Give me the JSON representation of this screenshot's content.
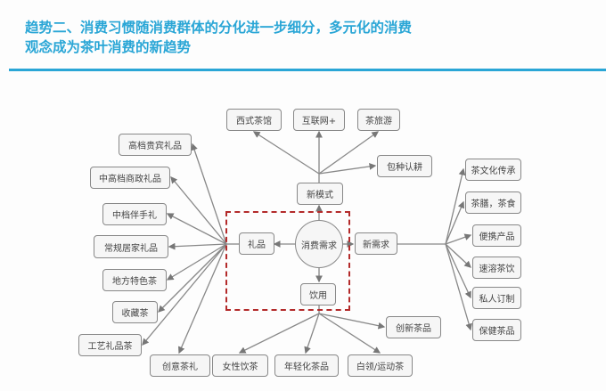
{
  "title": {
    "line1": "趋势二、消费习惯随消费群体的分化进一步细分，多元化的消费",
    "line2": "观念成为茶叶消费的新趋势"
  },
  "center": "消费需求",
  "branches": {
    "gift": "礼品",
    "drink": "饮用",
    "new_mode": "新模式",
    "new_demand": "新需求"
  },
  "new_mode_items": [
    "西式茶馆",
    "互联网+",
    "茶旅游",
    "包种认耕"
  ],
  "gift_items": [
    "高档贵宾礼品",
    "中高档商政礼品",
    "中档伴手礼",
    "常规居家礼品",
    "地方特色茶",
    "收藏茶",
    "工艺礼品茶",
    "创意茶礼"
  ],
  "drink_items": [
    "女性饮茶",
    "年轻化茶品",
    "白领/运动茶",
    "创新茶品"
  ],
  "new_demand_items": [
    "茶文化传承",
    "茶膳，茶食",
    "便携产品",
    "速溶茶饮",
    "私人订制",
    "保健茶品"
  ],
  "colors": {
    "title": "#2aa6d6",
    "dash": "#b32a2a"
  }
}
